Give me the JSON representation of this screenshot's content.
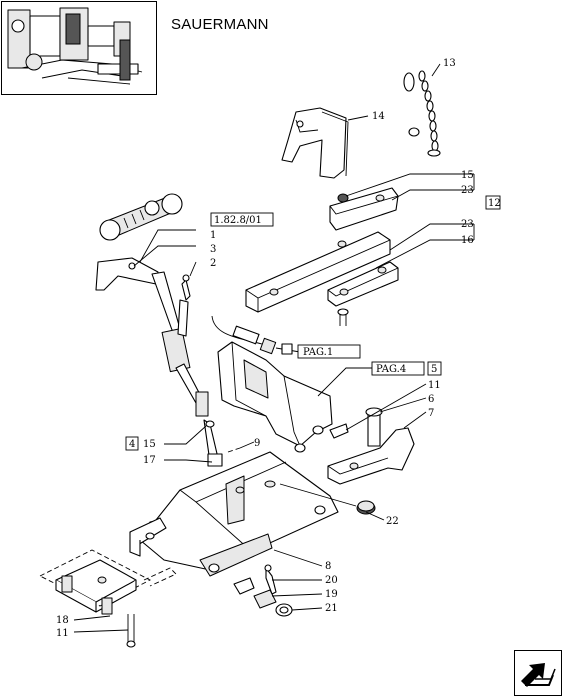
{
  "header": {
    "brand": "SAUERMANN"
  },
  "labels": {
    "c1": "1",
    "c2": "2",
    "c3": "3",
    "c4": "4",
    "c5": "5",
    "c6": "6",
    "c7": "7",
    "c8": "8",
    "c9": "9",
    "c11a": "11",
    "c11b": "11",
    "c12": "12",
    "c13": "13",
    "c14": "14",
    "c15a": "15",
    "c15b": "15",
    "c16": "16",
    "c17": "17",
    "c18": "18",
    "c19": "19",
    "c20": "20",
    "c21": "21",
    "c22": "22",
    "c23a": "23",
    "c23b": "23"
  },
  "references": {
    "ref_1828": "1.82.8/01",
    "pag1": "PAG.1",
    "pag4": "PAG.4"
  },
  "icons": {
    "thumbnail": "tractor-rear-thumbnail-icon",
    "nav": "next-page-arrow-icon"
  }
}
